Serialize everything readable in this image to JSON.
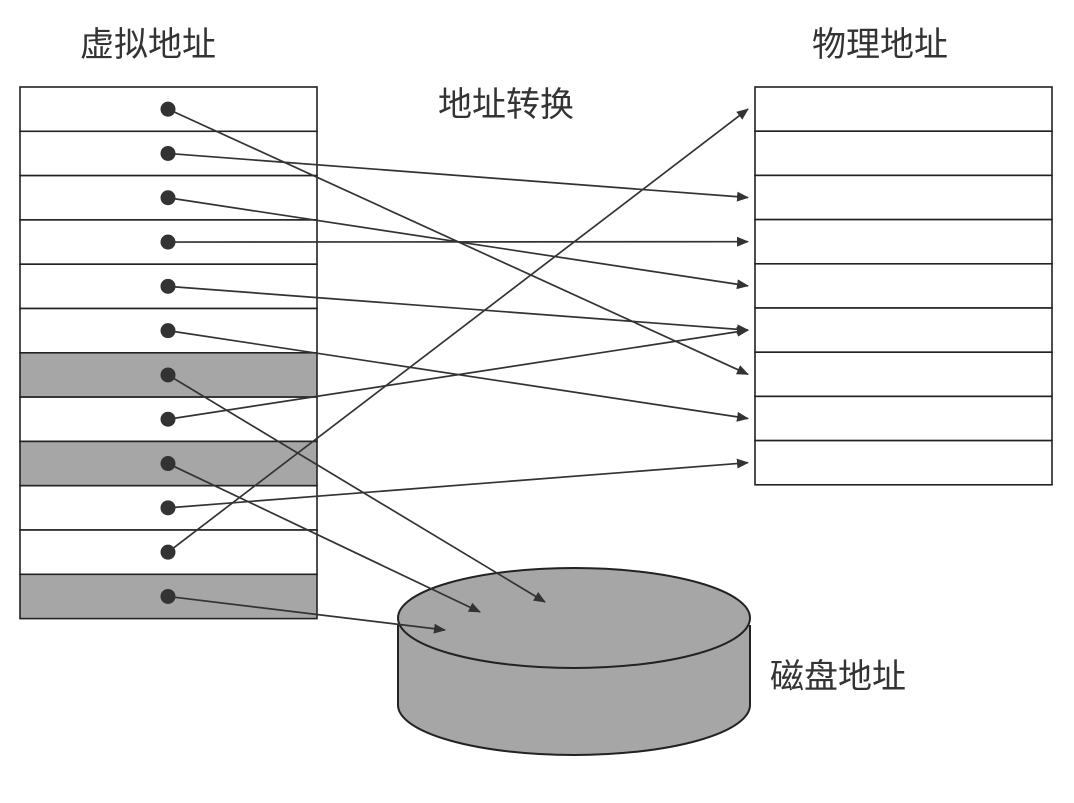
{
  "labels": {
    "virtual": "虚拟地址",
    "physical": "物理地址",
    "translation": "地址转换",
    "disk": "磁盘地址"
  },
  "virtual_pages": [
    {
      "stored_on": "physical",
      "target": 6
    },
    {
      "stored_on": "physical",
      "target": 2
    },
    {
      "stored_on": "physical",
      "target": 4
    },
    {
      "stored_on": "physical",
      "target": 3
    },
    {
      "stored_on": "physical",
      "target": 5
    },
    {
      "stored_on": "physical",
      "target": 7
    },
    {
      "stored_on": "disk",
      "target": 1
    },
    {
      "stored_on": "physical",
      "target": 5
    },
    {
      "stored_on": "disk",
      "target": 0
    },
    {
      "stored_on": "physical",
      "target": 8
    },
    {
      "stored_on": "physical",
      "target": 0
    },
    {
      "stored_on": "disk",
      "target": 2
    }
  ],
  "physical_frame_count": 9,
  "colors": {
    "on_disk_page": "#a6a6a6",
    "resident_page": "#ffffff",
    "disk": "#a6a6a6",
    "line": "#333333"
  }
}
